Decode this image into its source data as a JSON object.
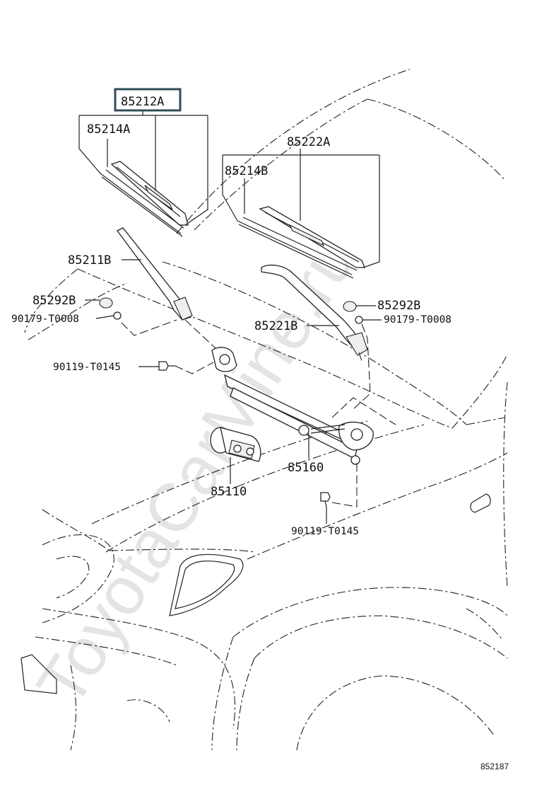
{
  "diagram": {
    "labels": {
      "p85212A": "85212A",
      "p85214A": "85214A",
      "p85222A": "85222A",
      "p85214B": "85214B",
      "p85211B": "85211B",
      "p85292B_left": "85292B",
      "p90179_left": "90179-T0008",
      "p85292B_right": "85292B",
      "p90179_right": "90179-T0008",
      "p85221B": "85221B",
      "p90119_top": "90119-T0145",
      "p85160": "85160",
      "p85110": "85110",
      "p90119_bottom": "90119-T0145"
    },
    "diagram_id": "852187",
    "watermark": "ToyotaCarMine.ru"
  }
}
